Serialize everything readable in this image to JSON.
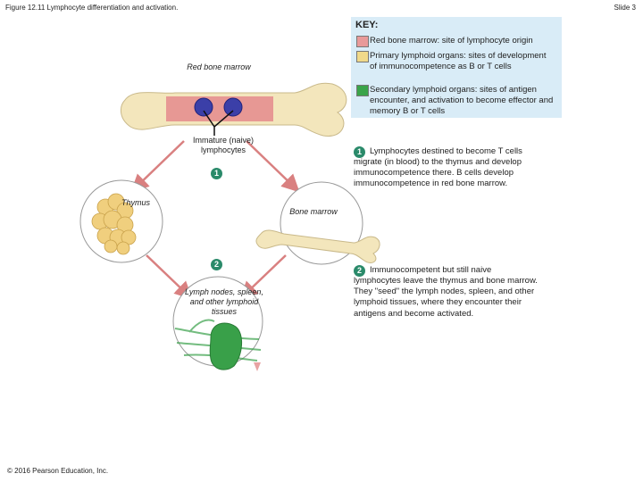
{
  "header": {
    "figure_title": "Figure 12.11 Lymphocyte differentiation and activation.",
    "slide": "Slide 3"
  },
  "labels": {
    "red_bone_marrow": "Red bone marrow",
    "immature": "Immature (naive) lymphocytes",
    "thymus": "Thymus",
    "bone_marrow": "Bone marrow",
    "lymph_nodes": "Lymph nodes, spleen, and other lymphoid tissues"
  },
  "key": {
    "title": "KEY:",
    "items": [
      {
        "text": "Red bone marrow: site of lymphocyte origin",
        "color": "#e89a9a"
      },
      {
        "text": "Primary lymphoid organs: sites of development of immunocompetence as B or T cells",
        "color": "#f0d98a"
      },
      {
        "text": "Secondary lymphoid organs: sites of antigen encounter, and activation to become effector and memory B or T cells",
        "color": "#3aa44a"
      }
    ]
  },
  "steps": [
    {
      "number": "1",
      "text": "Lymphocytes destined to become T cells migrate (in blood) to the thymus and develop immunocompetence there. B cells develop immunocompetence in red bone marrow."
    },
    {
      "number": "2",
      "text": "Immunocompetent but still naive lymphocytes leave the thymus and bone marrow. They \"seed\" the lymph nodes, spleen, and other lymphoid tissues, where they encounter their antigens and become activated."
    }
  ],
  "diagram_markers": [
    "1",
    "2"
  ],
  "copyright": "© 2016 Pearson Education, Inc.",
  "colors": {
    "arrow": "#d98080",
    "bone": "#f3e6bc",
    "marrow": "#e58f8f",
    "cell": "#3b3fa8",
    "thymus": "#f0cf7e",
    "lymph": "#39a049",
    "key_bg": "#d9ecf7",
    "step_marker": "#2a8a6a"
  }
}
